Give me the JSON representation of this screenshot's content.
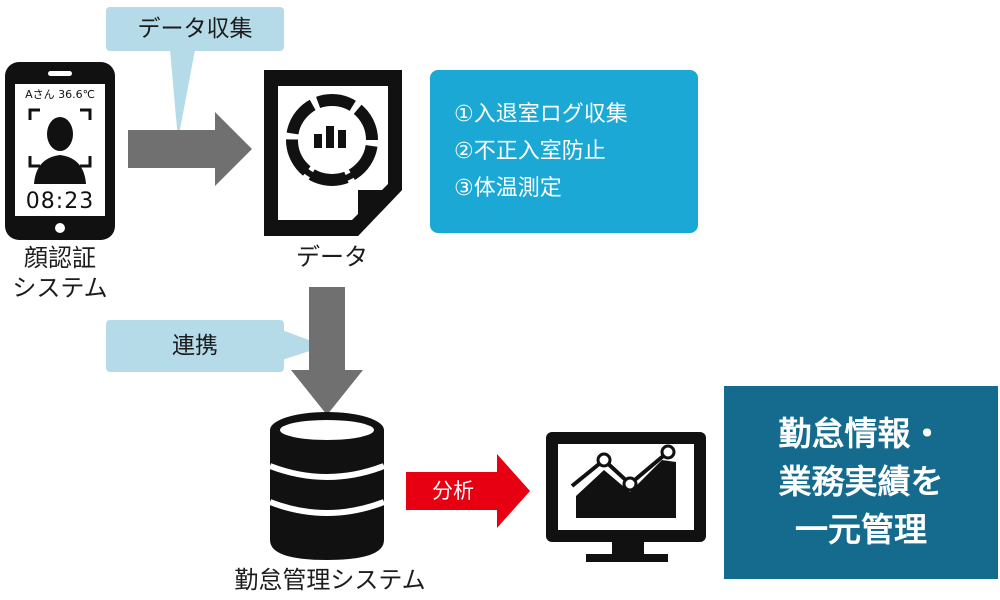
{
  "face_device": {
    "screen_text": "Aさん 36.6℃",
    "time": "08:23",
    "label_line1": "顔認証",
    "label_line2": "システム"
  },
  "callouts": {
    "collect": "データ収集",
    "link": "連携",
    "analyze": "分析"
  },
  "data_doc": {
    "label": "データ"
  },
  "features": [
    "①入退室ログ収集",
    "②不正入室防止",
    "③体温測定"
  ],
  "database": {
    "label": "勤怠管理システム"
  },
  "summary": [
    "勤怠情報・",
    "業務実績を",
    "一元管理"
  ],
  "colors": {
    "callout_bg": "#b5dbe9",
    "arrow_gray": "#707070",
    "feature_bg": "#1ba8d4",
    "analyze_red": "#e60012",
    "summary_bg": "#146b8d",
    "icon_black": "#111111"
  }
}
